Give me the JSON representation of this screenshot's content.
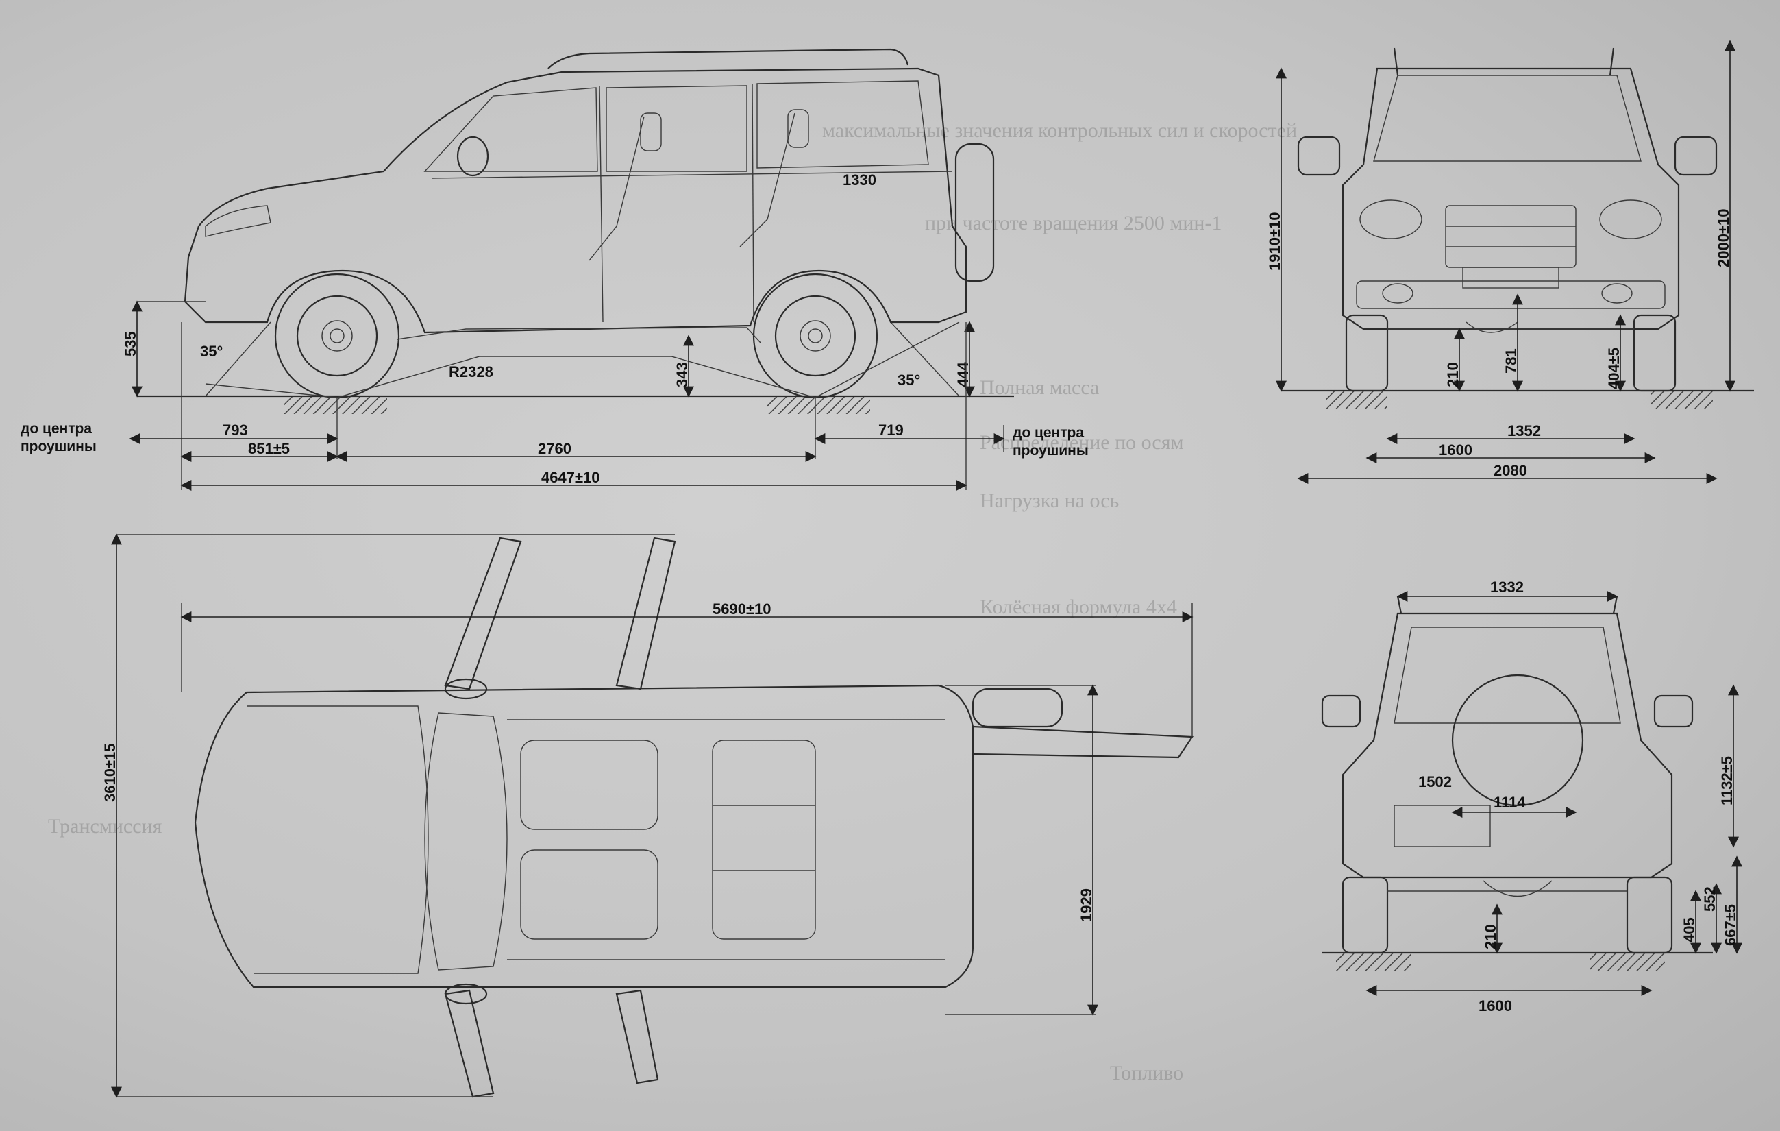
{
  "side_view": {
    "length": "4647±10",
    "wheelbase": "2760",
    "front_overhang_to_eye": "851±5",
    "front_overhang": "793",
    "rear_overhang": "719",
    "front_height": "535",
    "clearance_mid": "343",
    "rear_height": "444",
    "approach_angle": "35°",
    "departure_angle": "35°",
    "ramp_radius": "R2328",
    "rear_dim": "1330",
    "tow_eye_front": [
      "до центра",
      "проушины"
    ],
    "tow_eye_rear": [
      "до центра",
      "проушины"
    ]
  },
  "front_view": {
    "height": "1910±10",
    "height_roof": "2000±10",
    "ground_clearance": "210",
    "axle_height": "781",
    "bumper_height": "404±5",
    "track_inner": "1352",
    "track": "1600",
    "width_mirrors": "2080"
  },
  "top_view": {
    "length_open": "5690±10",
    "width_open": "3610±15",
    "width_body": "1929"
  },
  "rear_view": {
    "roof_width": "1332",
    "width": "1502",
    "door_width": "1114",
    "window_height": "1132±5",
    "bumper_height": "667±5",
    "axle_height": "552",
    "frame_height": "405",
    "ground_clearance": "210",
    "track": "1600"
  },
  "background_text": {
    "line1": "максимальные значения контрольных сил и скоростей",
    "line2": "при частоте вращения 2500 мин-1",
    "line3": "Полная масса",
    "line4": "Распределение по осям",
    "line5": "Нагрузка на ось",
    "line6": "Колёсная формула 4х4",
    "line7": "Трансмиссия",
    "line8": "Топливо"
  }
}
